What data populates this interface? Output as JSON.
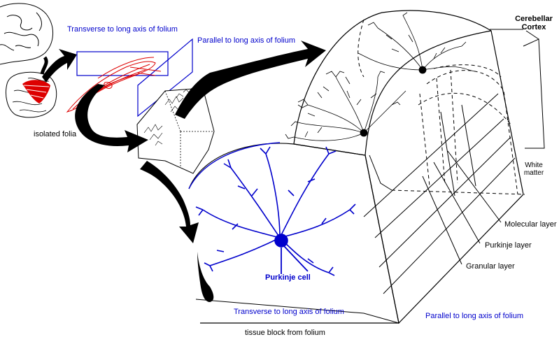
{
  "labels": {
    "cerebellar_cortex": "Cerebellar\nCortex",
    "white_matter": "White\nmatter",
    "molecular_layer": "Molecular layer",
    "purkinje_layer": "Purkinje layer",
    "granular_layer": "Granular layer",
    "purkinje_cell": "Purkinje cell",
    "transverse_top": "Transverse to long axis of folium",
    "parallel_top": "Parallel to long axis of folium",
    "isolated_folia": "isolated folia",
    "transverse_bottom": "Transverse to long axis of folium",
    "parallel_bottom": "Parallel to long axis of folium",
    "tissue_block": "tissue block from folium"
  },
  "colors": {
    "blue": "#0000cc",
    "red": "#dd0000",
    "black": "#000000"
  }
}
